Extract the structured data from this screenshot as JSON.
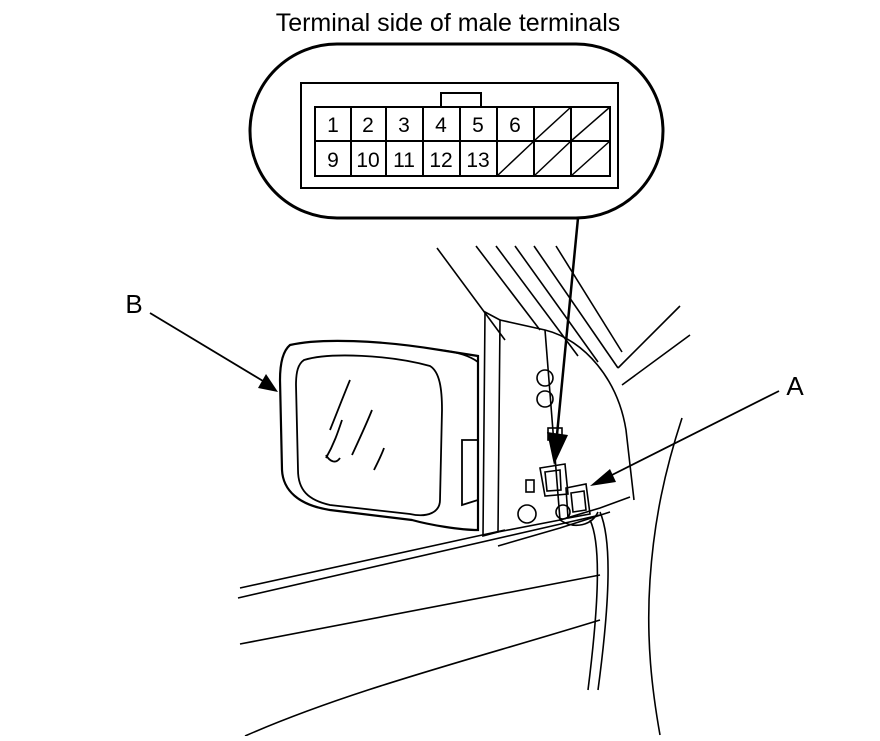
{
  "title": "Terminal side of male terminals",
  "connector": {
    "row1": [
      "1",
      "2",
      "3",
      "4",
      "5",
      "6",
      "",
      ""
    ],
    "row2": [
      "9",
      "10",
      "11",
      "12",
      "13",
      "",
      "",
      ""
    ],
    "crossed_cells": [
      "r1c7",
      "r1c8",
      "r2c6",
      "r2c7",
      "r2c8"
    ]
  },
  "callouts": {
    "a": "A",
    "b": "B"
  },
  "colors": {
    "line": "#000000",
    "background": "#ffffff"
  }
}
